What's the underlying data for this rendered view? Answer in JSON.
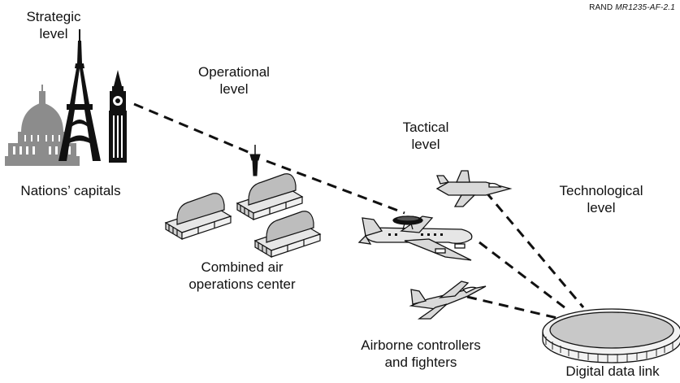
{
  "figure_ref": {
    "prefix": "RAND",
    "code": "MR1235-AF-2.1"
  },
  "levels": {
    "strategic": [
      "Strategic",
      "level"
    ],
    "operational": [
      "Operational",
      "level"
    ],
    "tactical": [
      "Tactical",
      "level"
    ],
    "technological": [
      "Technological",
      "level"
    ]
  },
  "nodes": {
    "capitals": "Nations’ capitals",
    "caoc": [
      "Combined air",
      "operations center"
    ],
    "airborne": [
      "Airborne controllers",
      "and fighters"
    ],
    "datalink": "Digital data link"
  },
  "icons": [
    "capitol-dome-icon",
    "eiffel-tower-icon",
    "big-ben-icon",
    "radio-tower-icon",
    "building-icon",
    "fighter-jet-icon",
    "awacs-aircraft-icon",
    "data-link-disk-icon"
  ],
  "colors": {
    "ink": "#111111",
    "capitol_gray": "#8c8c8c",
    "building_fill": "#bdbdbd",
    "disk_fill": "#c8c8c8",
    "aircraft_fill": "#d9d9d9"
  }
}
